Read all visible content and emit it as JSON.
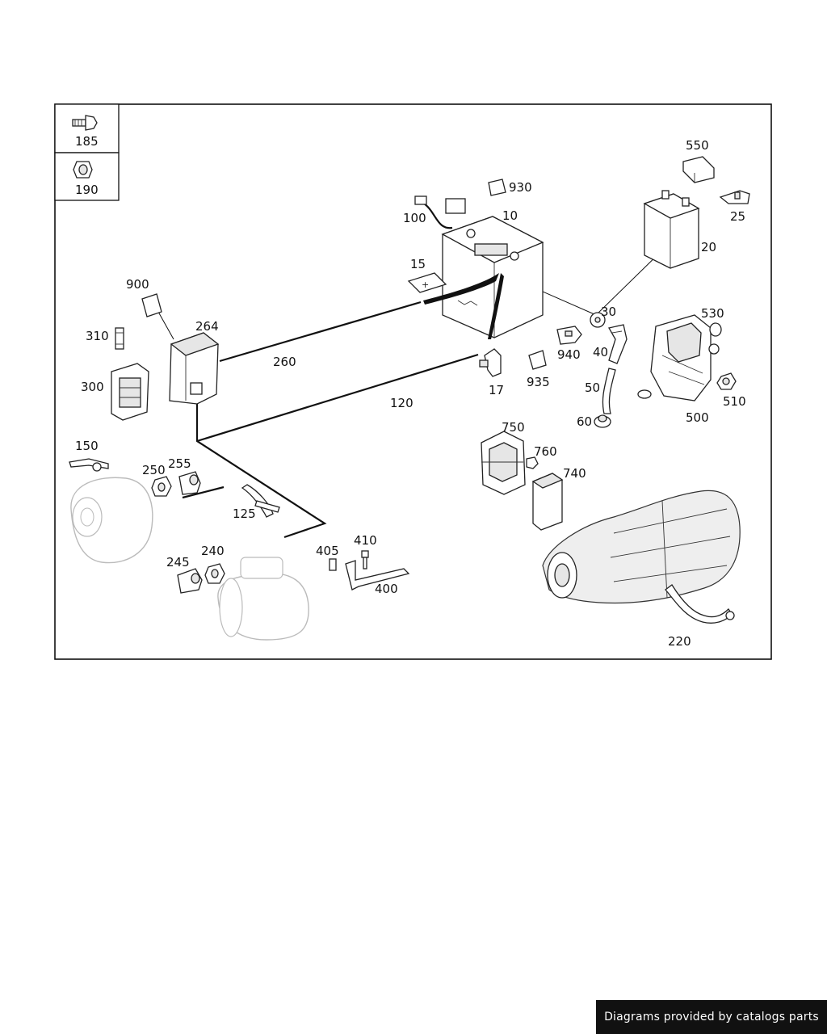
{
  "footer_text": "Diagrams provided by catalogs parts",
  "legend": [
    {
      "id": "185",
      "icon": "bolt-icon"
    },
    {
      "id": "190",
      "icon": "nut-icon"
    }
  ],
  "callouts": {
    "c10": "10",
    "c15": "15",
    "c17": "17",
    "c20": "20",
    "c25": "25",
    "c30": "30",
    "c40": "40",
    "c50": "50",
    "c60": "60",
    "c100": "100",
    "c120": "120",
    "c125": "125",
    "c150": "150",
    "c220": "220",
    "c240": "240",
    "c245": "245",
    "c250": "250",
    "c255": "255",
    "c260": "260",
    "c264": "264",
    "c300": "300",
    "c310": "310",
    "c400": "400",
    "c405": "405",
    "c410": "410",
    "c500": "500",
    "c510": "510",
    "c530": "530",
    "c550": "550",
    "c740": "740",
    "c750": "750",
    "c760": "760",
    "c900": "900",
    "c930": "930",
    "c935": "935",
    "c940": "940"
  }
}
